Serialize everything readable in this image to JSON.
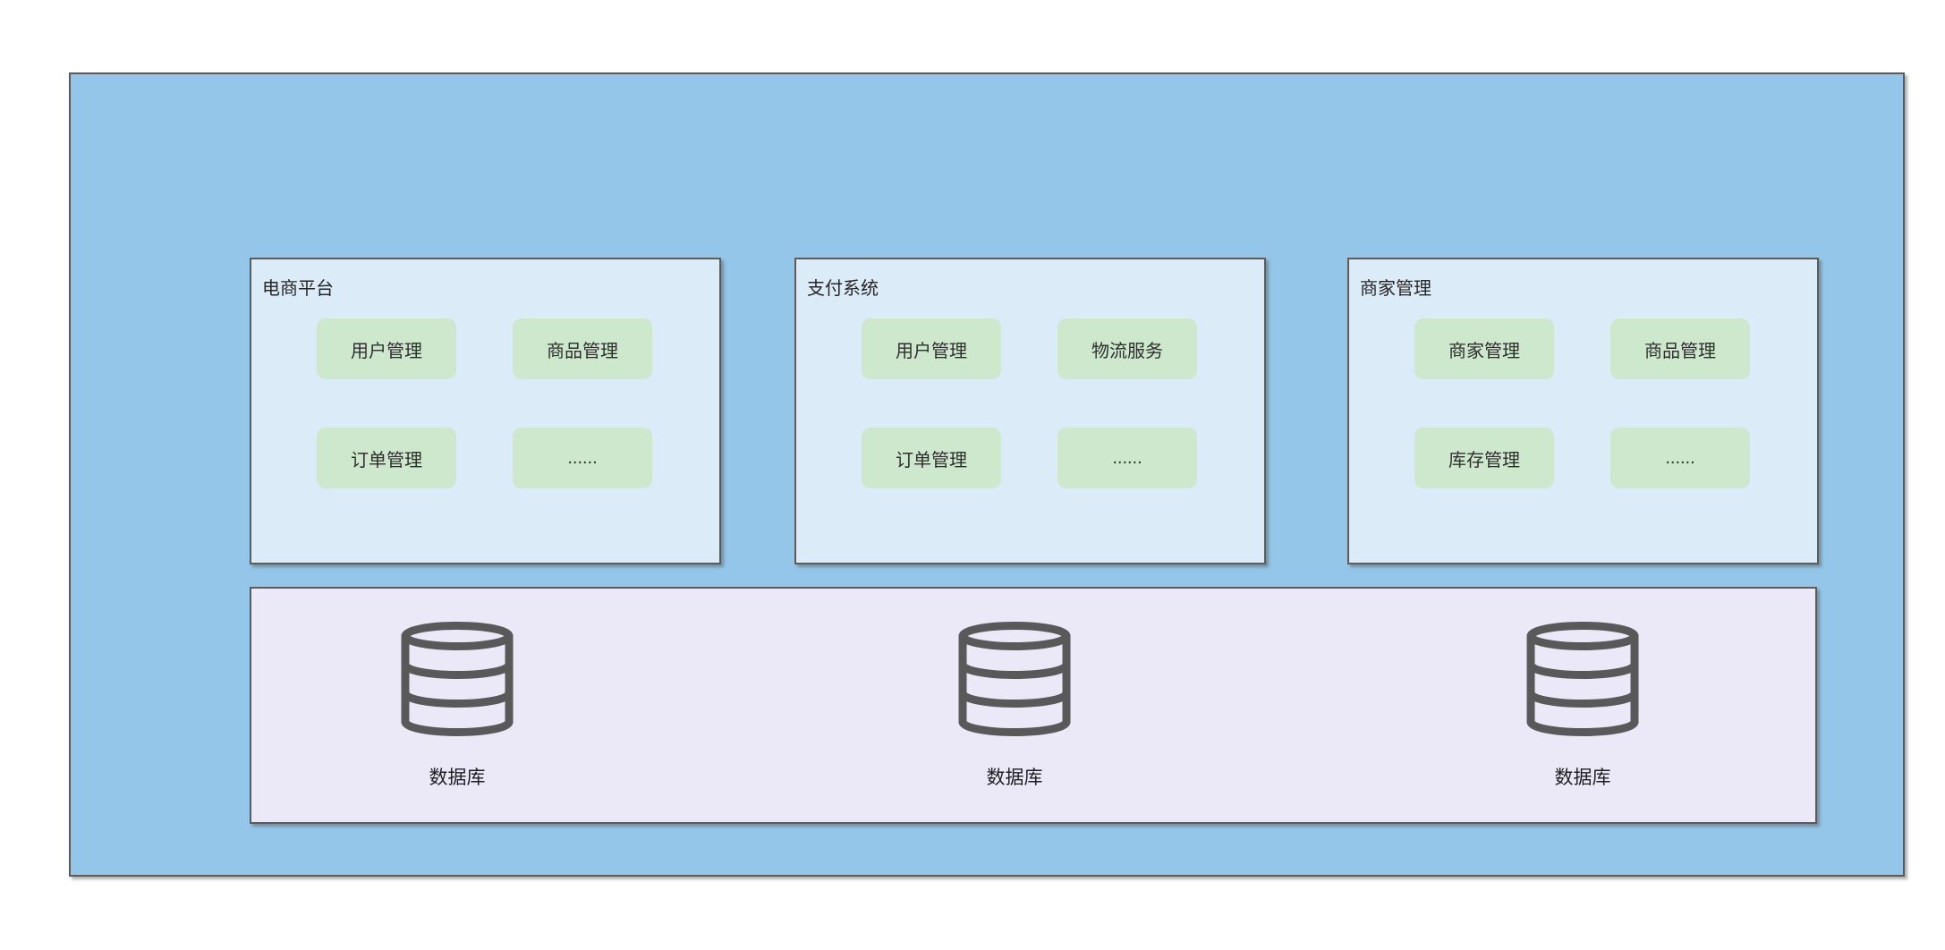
{
  "diagram": {
    "systems": [
      {
        "title": "电商平台",
        "modules": [
          "用户管理",
          "商品管理",
          "订单管理",
          "......"
        ]
      },
      {
        "title": "支付系统",
        "modules": [
          "用户管理",
          "物流服务",
          "订单管理",
          "......"
        ]
      },
      {
        "title": "商家管理",
        "modules": [
          "商家管理",
          "商品管理",
          "库存管理",
          "......"
        ]
      }
    ],
    "data_layer": {
      "databases": [
        {
          "label": "数据库",
          "icon": "database-icon"
        },
        {
          "label": "数据库",
          "icon": "database-icon"
        },
        {
          "label": "数据库",
          "icon": "database-icon"
        }
      ]
    },
    "colors": {
      "boundary_fill": "#93c6e8",
      "system_panel_fill": "#dcebf8",
      "module_fill": "#cde8cc",
      "data_layer_fill": "#ebe8f7",
      "box_border": "#5b5b5b",
      "database_icon_stroke": "#595959",
      "text": "#262626"
    }
  }
}
